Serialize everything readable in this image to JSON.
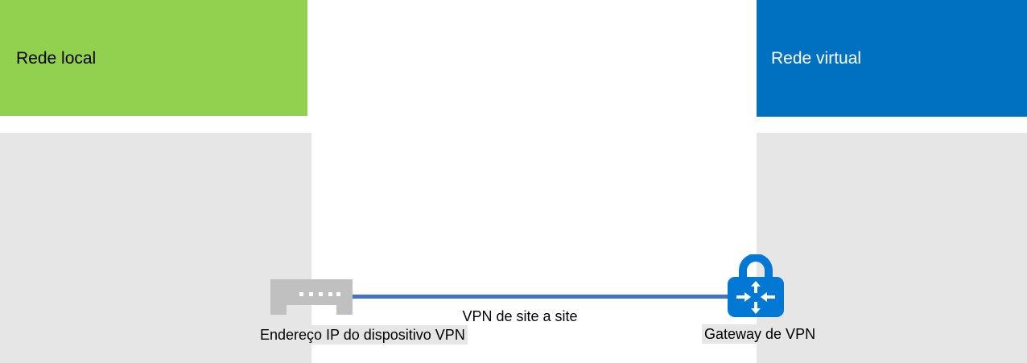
{
  "colors": {
    "local_header": "#92d050",
    "virtual_header": "#0070c0",
    "panel_body": "#e6e6e6",
    "connection_line": "#4472c4",
    "device_icon": "#c0c0c0",
    "gateway_icon": "#0078d4"
  },
  "local_network": {
    "title": "Rede local"
  },
  "virtual_network": {
    "title": "Rede virtual"
  },
  "connection": {
    "label": "VPN de site a site"
  },
  "device": {
    "label": "Endereço IP do dispositivo VPN",
    "icon": "vpn-device-icon"
  },
  "gateway": {
    "label": "Gateway de VPN",
    "icon": "lock-gateway-icon"
  }
}
